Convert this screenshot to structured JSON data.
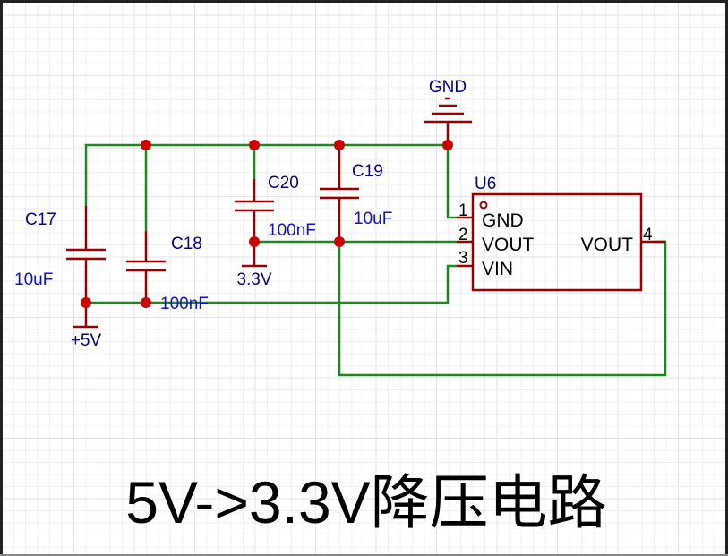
{
  "title": "5V->3.3V降压电路",
  "colors": {
    "wire": "#1a8a1a",
    "component": "#990000",
    "junction": "#cc0000",
    "designator": "#000080",
    "value": "#1010cc",
    "pin_text": "#000000",
    "grid_minor": "#f0f0f0",
    "grid_major": "#e4e4e4"
  },
  "components": {
    "C17": {
      "designator": "C17",
      "value": "10uF"
    },
    "C18": {
      "designator": "C18",
      "value": "100nF"
    },
    "C19": {
      "designator": "C19",
      "value": "10uF"
    },
    "C20": {
      "designator": "C20",
      "value": "100nF"
    },
    "U6": {
      "designator": "U6",
      "pins": [
        {
          "number": "1",
          "name": "GND"
        },
        {
          "number": "2",
          "name": "VOUT"
        },
        {
          "number": "3",
          "name": "VIN"
        },
        {
          "number": "4",
          "name": "VOUT"
        }
      ]
    }
  },
  "power_ports": {
    "gnd": "GND",
    "plus5v": "+5V",
    "v33": "3.3V"
  }
}
